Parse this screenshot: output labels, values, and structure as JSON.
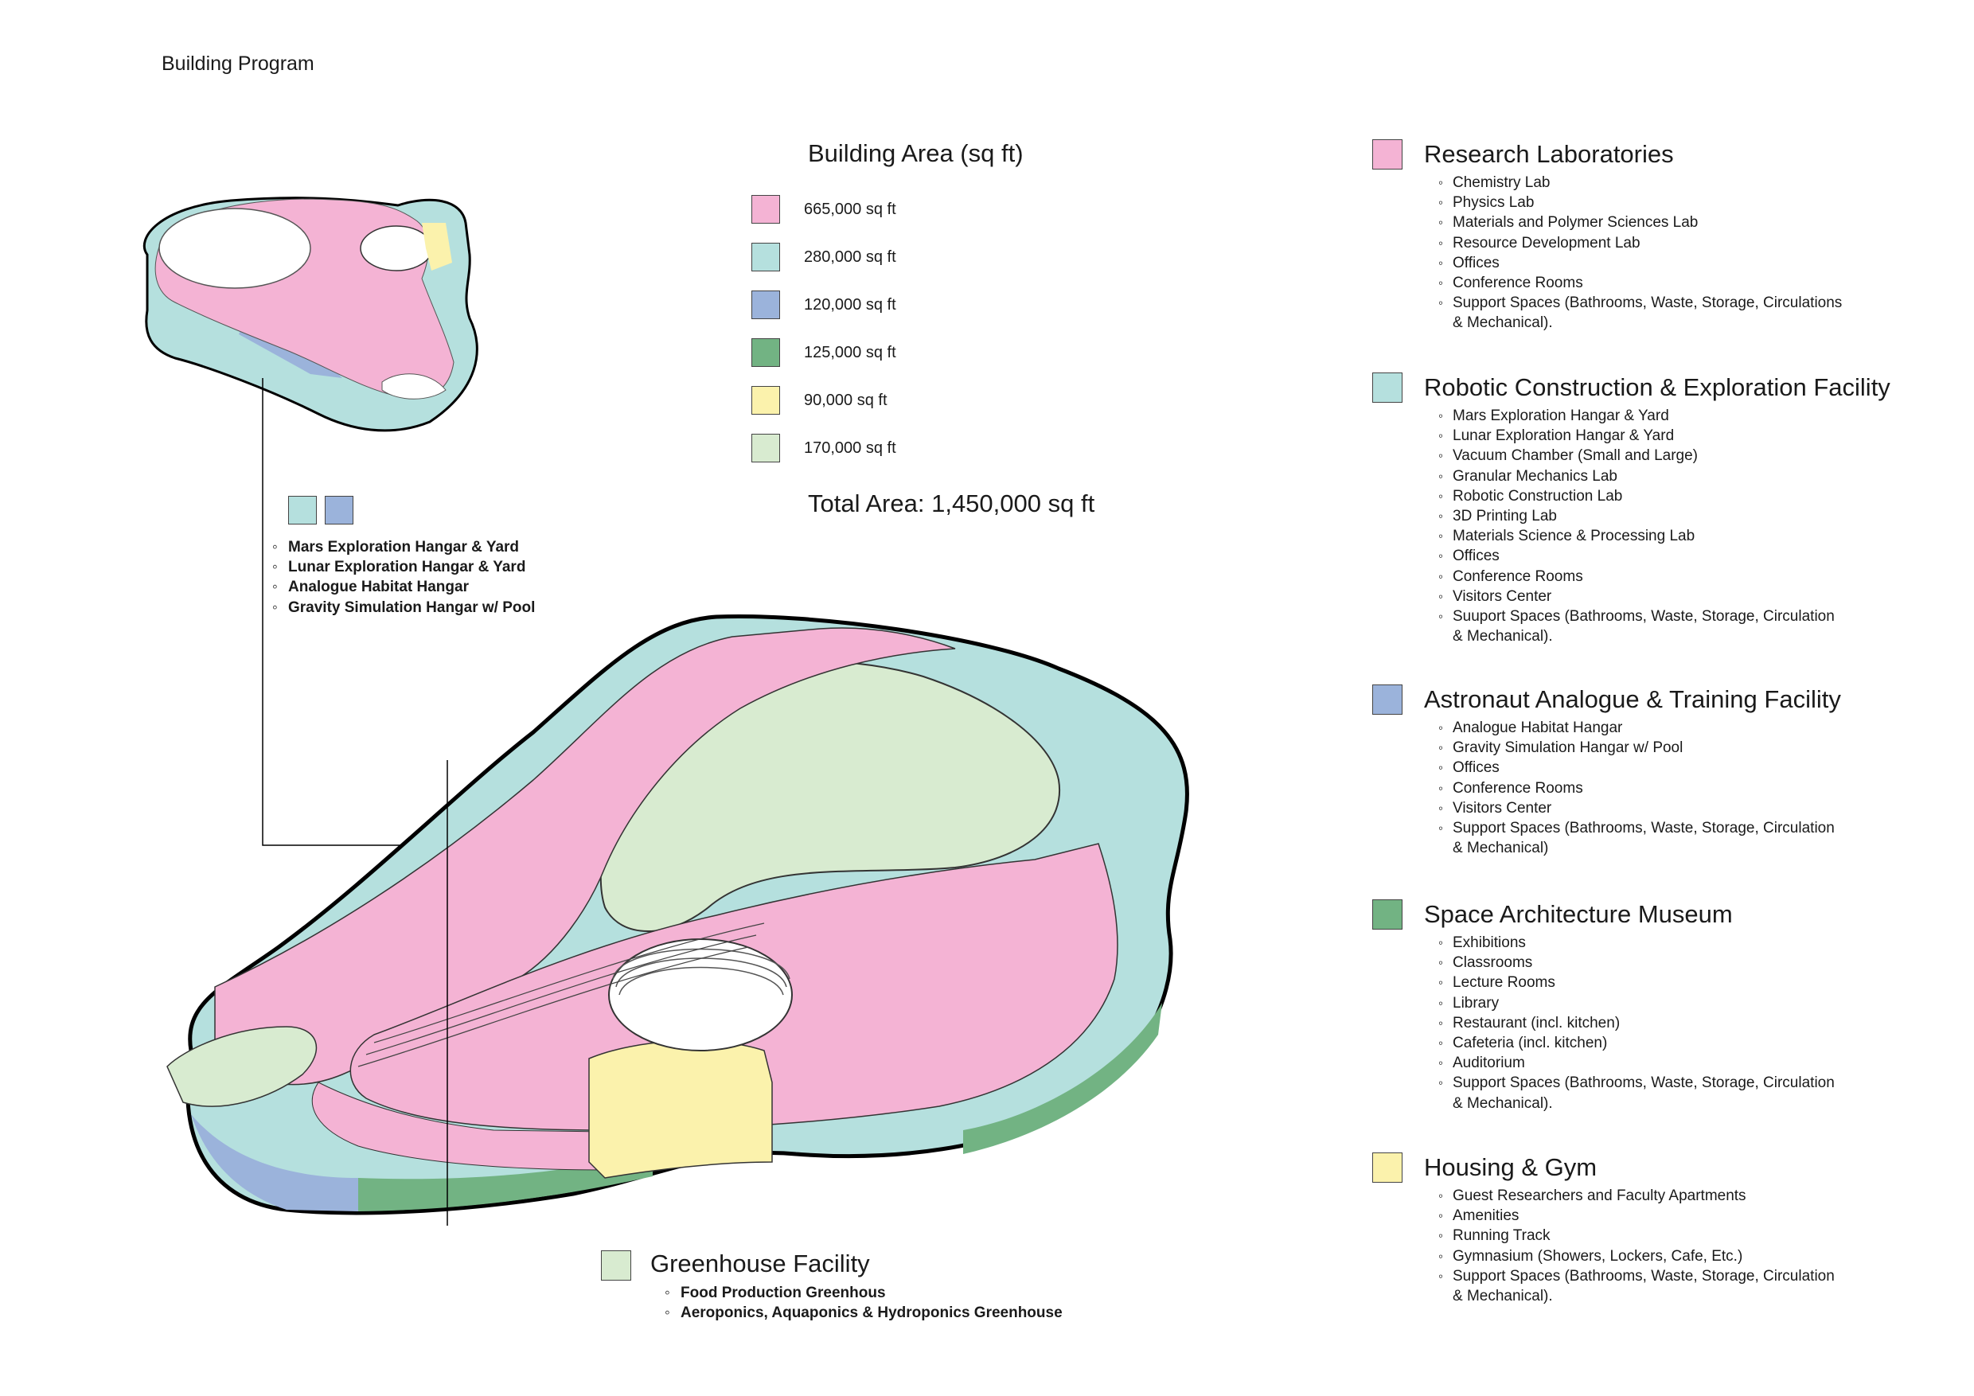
{
  "page_title": "Building Program",
  "colors": {
    "research": "#f4b3d4",
    "robotic": "#b5e0de",
    "astronaut": "#9bb3db",
    "museum": "#72b383",
    "housing": "#fbf2ac",
    "greenhouse": "#d8ebd0"
  },
  "area_legend": {
    "title": "Building Area (sq ft)",
    "rows": [
      {
        "label": "665,000 sq ft",
        "color": "#f4b3d4"
      },
      {
        "label": "280,000 sq ft",
        "color": "#b5e0de"
      },
      {
        "label": "120,000 sq ft",
        "color": "#9bb3db"
      },
      {
        "label": "125,000 sq ft",
        "color": "#72b383"
      },
      {
        "label": "90,000 sq ft",
        "color": "#fbf2ac"
      },
      {
        "label": "170,000 sq ft",
        "color": "#d8ebd0"
      }
    ],
    "total": "Total Area: 1,450,000 sq ft"
  },
  "callout": {
    "items": [
      "Mars Exploration Hangar & Yard",
      "Lunar Exploration Hangar & Yard",
      "Analogue Habitat Hangar",
      "Gravity Simulation Hangar w/ Pool"
    ]
  },
  "greenhouse": {
    "title": "Greenhouse Facility",
    "items": [
      "Food Production Greenhous",
      "Aeroponics, Aquaponics & Hydroponics Greenhouse"
    ]
  },
  "programs": [
    {
      "title": "Research Laboratories",
      "color": "#f4b3d4",
      "items": [
        "Chemistry Lab",
        "Physics Lab",
        "Materials and Polymer Sciences Lab",
        "Resource Development Lab",
        "Offices",
        "Conference Rooms",
        "Support Spaces (Bathrooms, Waste, Storage, Circulations",
        "& Mechanical)."
      ]
    },
    {
      "title": "Robotic Construction & Exploration Facility",
      "color": "#b5e0de",
      "items": [
        "Mars Exploration Hangar & Yard",
        "Lunar Exploration Hangar & Yard",
        "Vacuum Chamber (Small and Large)",
        "Granular Mechanics Lab",
        "Robotic Construction Lab",
        "3D Printing Lab",
        "Materials Science & Processing Lab",
        "Offices",
        "Conference Rooms",
        "Visitors Center",
        "Suuport Spaces (Bathrooms, Waste, Storage, Circulation",
        "& Mechanical)."
      ]
    },
    {
      "title": "Astronaut Analogue & Training Facility",
      "color": "#9bb3db",
      "items": [
        "Analogue Habitat Hangar",
        "Gravity Simulation Hangar w/ Pool",
        "Offices",
        "Conference Rooms",
        "Visitors Center",
        "Support Spaces (Bathrooms, Waste, Storage, Circulation",
        "& Mechanical)"
      ]
    },
    {
      "title": "Space Architecture Museum",
      "color": "#72b383",
      "items": [
        "Exhibitions",
        "Classrooms",
        "Lecture Rooms",
        "Library",
        "Restaurant (incl. kitchen)",
        "Cafeteria (incl. kitchen)",
        "Auditorium",
        "Support Spaces (Bathrooms, Waste, Storage, Circulation",
        "& Mechanical)."
      ]
    },
    {
      "title": "Housing & Gym",
      "color": "#fbf2ac",
      "items": [
        "Guest Researchers and Faculty Apartments",
        "Amenities",
        "Running Track",
        "Gymnasium (Showers, Lockers, Cafe, Etc.)",
        "Support Spaces (Bathrooms, Waste, Storage, Circulation",
        "& Mechanical)."
      ]
    }
  ]
}
